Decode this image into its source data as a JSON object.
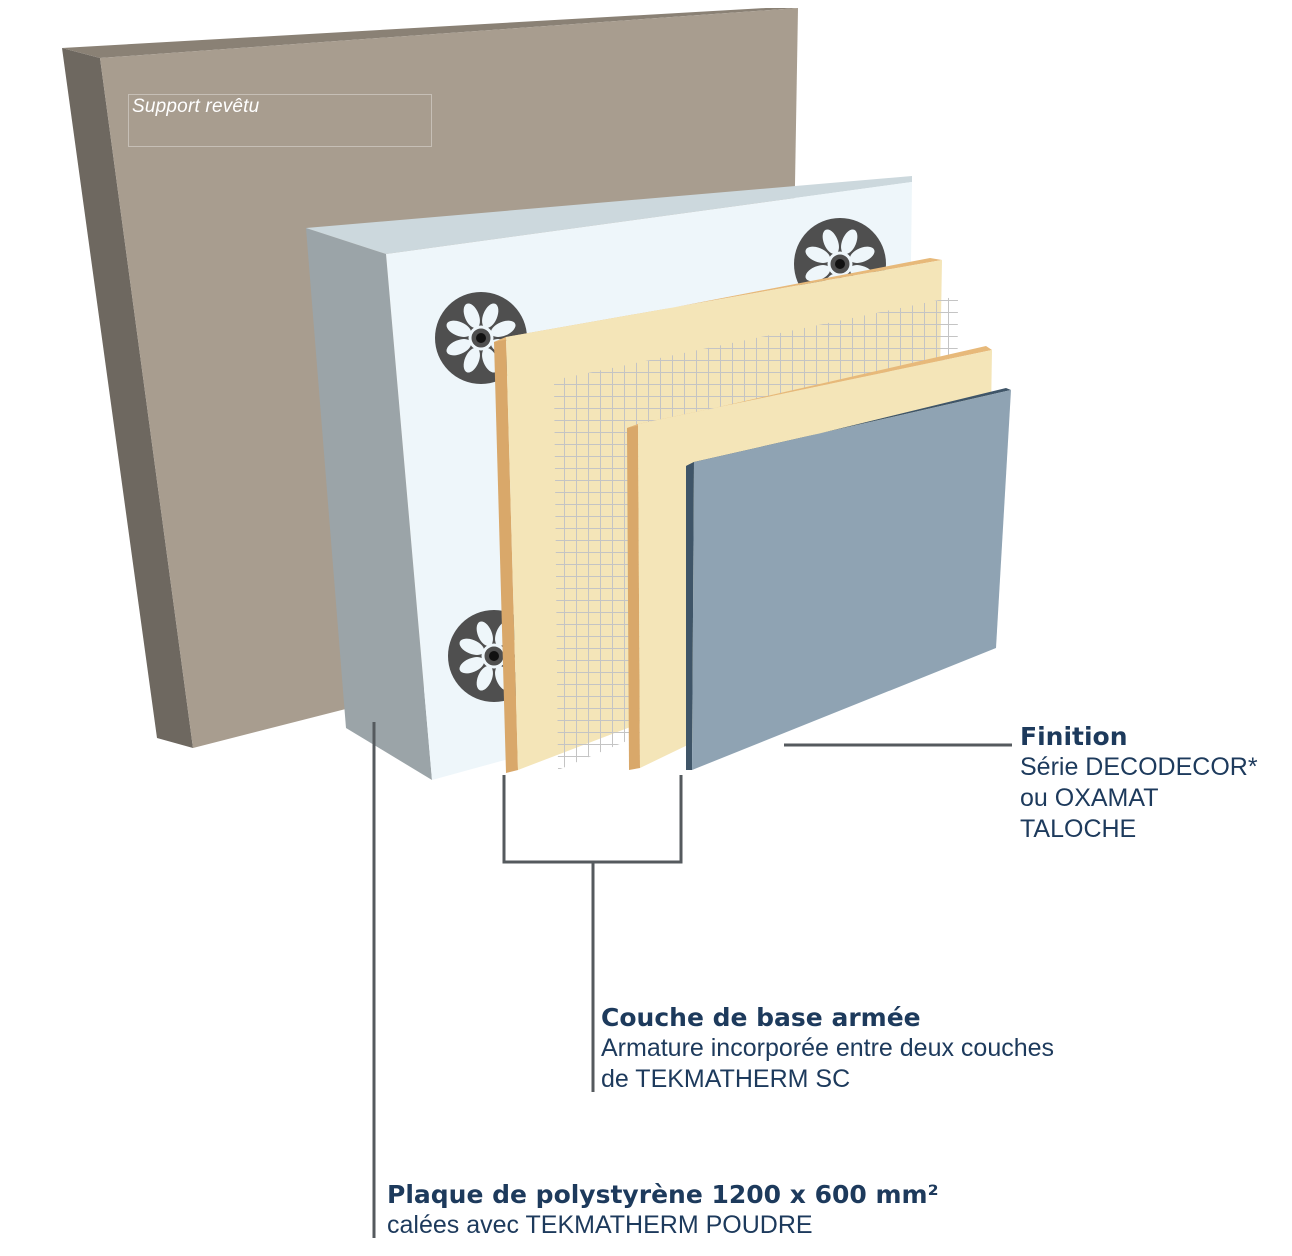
{
  "layers": {
    "support": {
      "label": "Support revêtu",
      "color": "#a89d8f"
    },
    "polystyrene": {
      "color": "#eef6fa"
    },
    "base_coat": {
      "color": "#f4e5b8"
    },
    "mesh": {
      "color": "#c8c8c8"
    },
    "finish": {
      "color": "#8fa3b3"
    }
  },
  "callouts": {
    "finition": {
      "title": "Finition",
      "lines": [
        "Série DECODECOR*",
        "ou OXAMAT",
        "TALOCHE"
      ]
    },
    "couche": {
      "title": "Couche de base armée",
      "lines": [
        "Armature incorporée entre deux couches",
        "de TEKMATHERM SC"
      ]
    },
    "plaque": {
      "title": "Plaque de polystyrène 1200 x 600 mm²",
      "lines": [
        "calées avec TEKMATHERM POUDRE"
      ]
    }
  },
  "accent_color": "#1d3a5c"
}
